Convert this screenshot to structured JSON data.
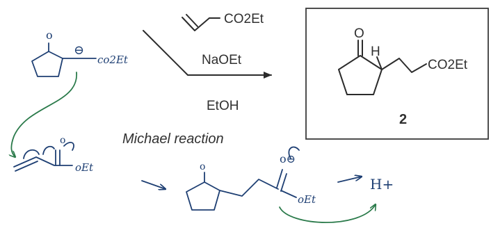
{
  "reagents": {
    "acrylate_group": "CO2Et",
    "base": "NaOEt",
    "solvent": "EtOH"
  },
  "step_label": "Michael reaction",
  "product": {
    "ketone_o": "O",
    "alpha_h": "H",
    "ester_group": "CO2Et",
    "compound_number": "2"
  },
  "handwritten": {
    "enolate_o": "o",
    "enolate_ester": "co2Et",
    "carbanion_charge": "⊖",
    "acrylate_o": "o",
    "acrylate_oet": "oEt",
    "adduct_o": "o",
    "adduct_alkoxide": "o⊖",
    "adduct_oet": "oEt",
    "proton": "H+"
  },
  "colors": {
    "print": "#303030",
    "ink": "#1e3f73",
    "arrow_green": "#2a7a4a",
    "box": "#3a3a3a"
  }
}
